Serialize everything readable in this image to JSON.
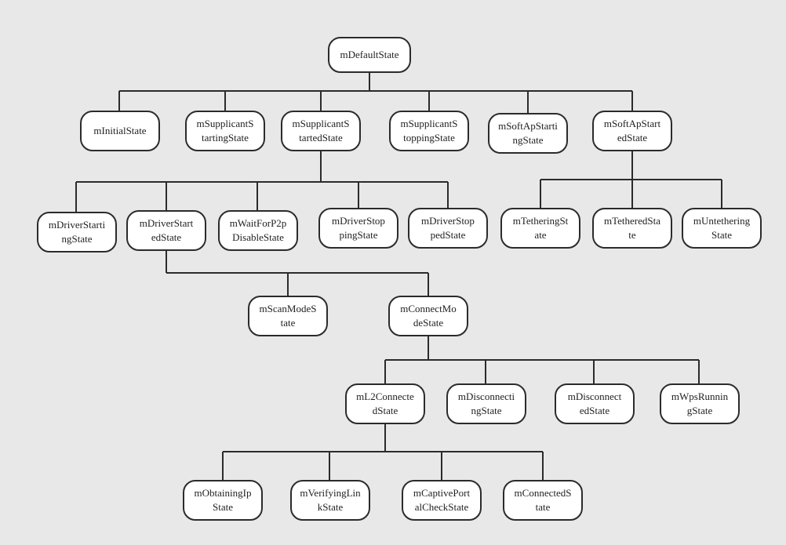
{
  "nodes": {
    "default": {
      "line1": "mDefaultState",
      "line2": ""
    },
    "initial": {
      "line1": "mInitialState",
      "line2": ""
    },
    "supp_starting": {
      "line1": "mSupplicantS",
      "line2": "tartingState"
    },
    "supp_started": {
      "line1": "mSupplicantS",
      "line2": "tartedState"
    },
    "supp_stopping": {
      "line1": "mSupplicantS",
      "line2": "toppingState"
    },
    "softap_starting": {
      "line1": "mSoftApStarti",
      "line2": "ngState"
    },
    "softap_started": {
      "line1": "mSoftApStart",
      "line2": "edState"
    },
    "driver_starting": {
      "line1": "mDriverStarti",
      "line2": "ngState"
    },
    "driver_started": {
      "line1": "mDriverStart",
      "line2": "edState"
    },
    "wait_p2p": {
      "line1": "mWaitForP2p",
      "line2": "DisableState"
    },
    "driver_stopping": {
      "line1": "mDriverStop",
      "line2": "pingState"
    },
    "driver_stopped": {
      "line1": "mDriverStop",
      "line2": "pedState"
    },
    "tethering": {
      "line1": "mTetheringSt",
      "line2": "ate"
    },
    "tethered": {
      "line1": "mTetheredSta",
      "line2": "te"
    },
    "untethering": {
      "line1": "mUntethering",
      "line2": "State"
    },
    "scan_mode": {
      "line1": "mScanModeS",
      "line2": "tate"
    },
    "connect_mode": {
      "line1": "mConnectMo",
      "line2": "deState"
    },
    "l2_connected": {
      "line1": "mL2Connecte",
      "line2": "dState"
    },
    "disconnecting": {
      "line1": "mDisconnecti",
      "line2": "ngState"
    },
    "disconnected": {
      "line1": "mDisconnect",
      "line2": "edState"
    },
    "wps_running": {
      "line1": "mWpsRunnin",
      "line2": "gState"
    },
    "obtaining_ip": {
      "line1": "mObtainingIp",
      "line2": "State"
    },
    "verifying_link": {
      "line1": "mVerifyingLin",
      "line2": "kState"
    },
    "captive_portal": {
      "line1": "mCaptivePort",
      "line2": "alCheckState"
    },
    "connected": {
      "line1": "mConnectedS",
      "line2": "tate"
    }
  }
}
